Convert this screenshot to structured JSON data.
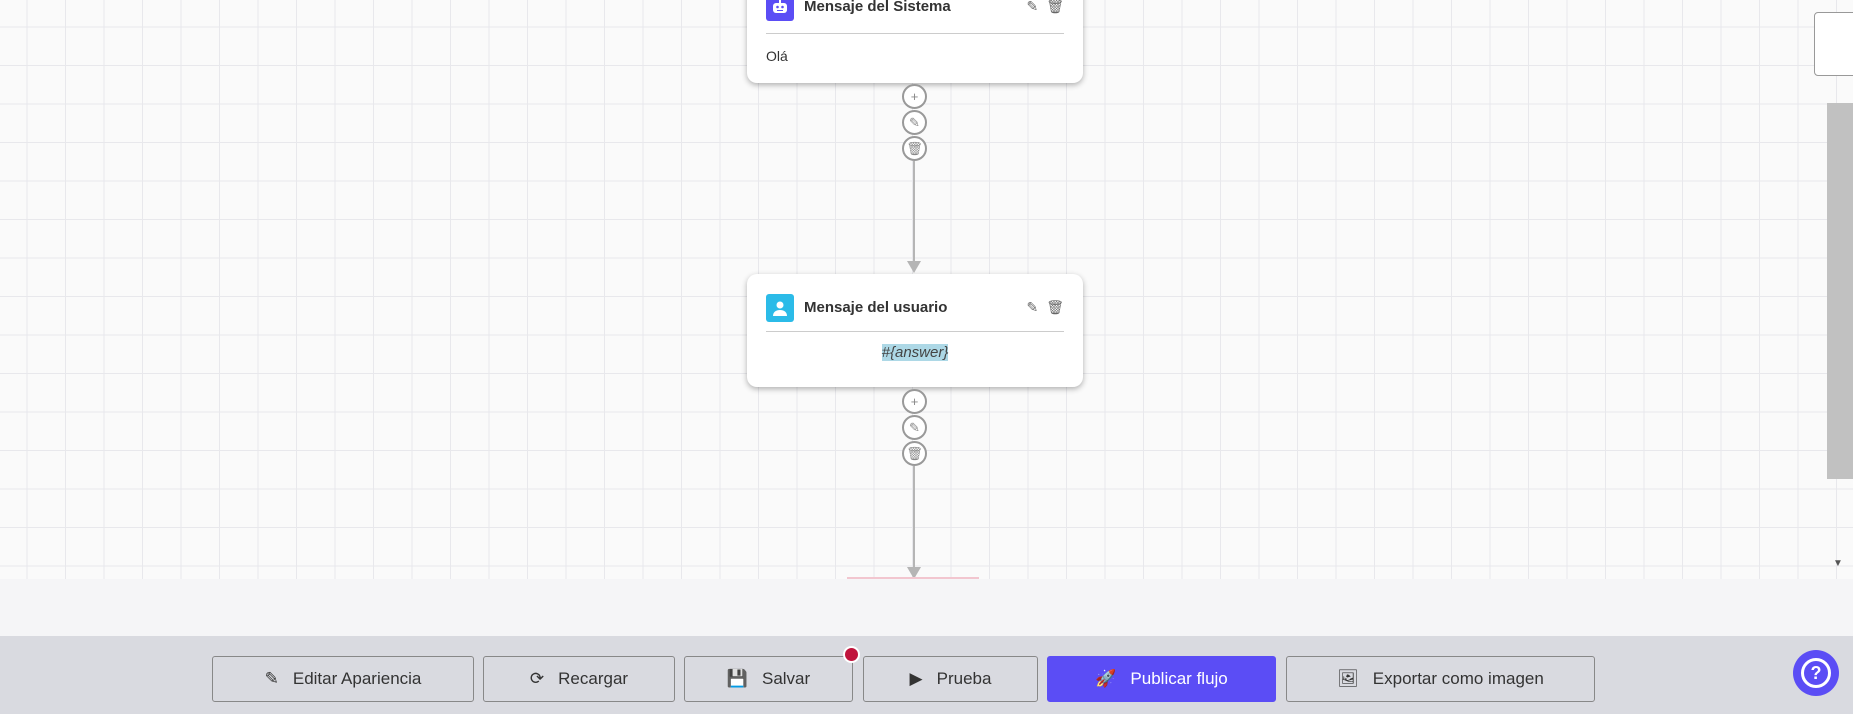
{
  "nodes": [
    {
      "title": "Mensaje del Sistema",
      "icon": "robot-icon",
      "icon_color": "#5b4df5",
      "body": "Olá"
    },
    {
      "title": "Mensaje del usuario",
      "icon": "user-icon",
      "icon_color": "#2bbbe8",
      "body": "#{answer}"
    }
  ],
  "toolbar": {
    "edit_appearance": "Editar Apariencia",
    "reload": "Recargar",
    "save": "Salvar",
    "test": "Prueba",
    "publish": "Publicar flujo",
    "export": "Exportar como imagen"
  },
  "colors": {
    "accent": "#5b4df5",
    "unsaved_dot": "#c0143c"
  }
}
